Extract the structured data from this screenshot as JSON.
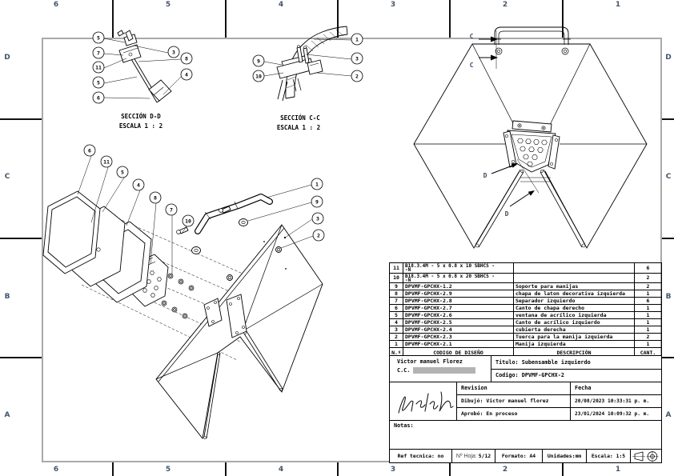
{
  "sheet": {
    "zones": {
      "cols": [
        "6",
        "5",
        "4",
        "3",
        "2",
        "1"
      ],
      "rows": [
        "D",
        "C",
        "B",
        "A"
      ]
    },
    "colors": {
      "frame": "#a9a9a9",
      "zone_label": "#44546a",
      "line": "#000000",
      "redaction": "#b3b3b3"
    }
  },
  "views": {
    "section_dd": {
      "title": "SECCIÓN D-D",
      "scale": "ESCALA 1 : 2",
      "balloons": [
        "5",
        "7",
        "11",
        "5",
        "6",
        "3",
        "8",
        "4"
      ]
    },
    "section_cc": {
      "title": "SECCIÓN C-C",
      "scale": "ESCALA 1 : 2",
      "balloons": [
        "1",
        "3",
        "2",
        "9",
        "10"
      ]
    },
    "main": {
      "section_marks": {
        "c1": "C",
        "c2": "C",
        "d1": "D",
        "d2": "D"
      }
    },
    "exploded": {
      "balloons": [
        "6",
        "11",
        "5",
        "4",
        "8",
        "7",
        "10",
        "1",
        "9",
        "3",
        "2"
      ]
    }
  },
  "bom": {
    "header": {
      "num": "N.º",
      "code": "CODIGO DE DISEÑO",
      "desc": "DESCRIPCIÓN",
      "qty": "CANT."
    },
    "rows": [
      {
        "num": "11",
        "code": "B18.3.4M - 5 x 0.8 x 10 SBHCS -",
        "code2": "-N",
        "desc": "",
        "qty": "6"
      },
      {
        "num": "10",
        "code": "B18.3.4M - 5 x 0.8 x 20 SBHCS -",
        "code2": "-N",
        "desc": "",
        "qty": "2"
      },
      {
        "num": "9",
        "code": "DPVMF-GPCHX-1.2",
        "desc": "Soporte para manijas",
        "qty": "2"
      },
      {
        "num": "8",
        "code": "DPVMF-GPCHX-2.9",
        "desc": "chapa de laton decorativa izquierda",
        "qty": "1"
      },
      {
        "num": "7",
        "code": "DPVMF-GPCHX-2.8",
        "desc": "Separador izquierdo",
        "qty": "6"
      },
      {
        "num": "6",
        "code": "DPVMF-GPCHX-2.7",
        "desc": "Canto de chapa derecho",
        "qty": "1"
      },
      {
        "num": "5",
        "code": "DPVMF-GPCHX-2.6",
        "desc": "ventana de acrílico izquierda",
        "qty": "1"
      },
      {
        "num": "4",
        "code": "DPVMF-GPCHX-2.5",
        "desc": "Canto de acrílico izquierdo",
        "qty": "1"
      },
      {
        "num": "3",
        "code": "DPVMF-GPCHX-2.4",
        "desc": "cubierta derecha",
        "qty": "1"
      },
      {
        "num": "2",
        "code": "DPVMF-GPCHX-2.3",
        "desc": "Tuerca para la manija izquierda",
        "qty": "2"
      },
      {
        "num": "1",
        "code": "DPVMF-GPCHX-2.1",
        "desc": "Manija izquierda",
        "qty": "1"
      }
    ]
  },
  "title_block": {
    "author_name": "Victor manuel Florez",
    "author_id_label": "C.C.",
    "title_label": "Titulo:",
    "title_value": "Subensamble izquierdo",
    "code_label": "Codigo:",
    "code_value": "DPVMF-GPCHX-2",
    "revision_label": "Revision",
    "date_label": "Fecha",
    "drawn_label": "Dibujó:",
    "drawn_value": "Victor manuel florez",
    "drawn_date": "20/08/2023 10:33:31 p. m.",
    "approved_label": "Aprobó:",
    "approved_value": "En proceso",
    "approved_date": "23/01/2024 10:09:32 p. m.",
    "notes_label": "Notas:"
  },
  "footer": {
    "ref": "Ref tecnica: no",
    "sheet_label": "Nº Hoja:",
    "sheet_value": "5/12",
    "format": "Formato: A4",
    "units": "Unidades:mm",
    "scale": "Escala: 1:5"
  }
}
